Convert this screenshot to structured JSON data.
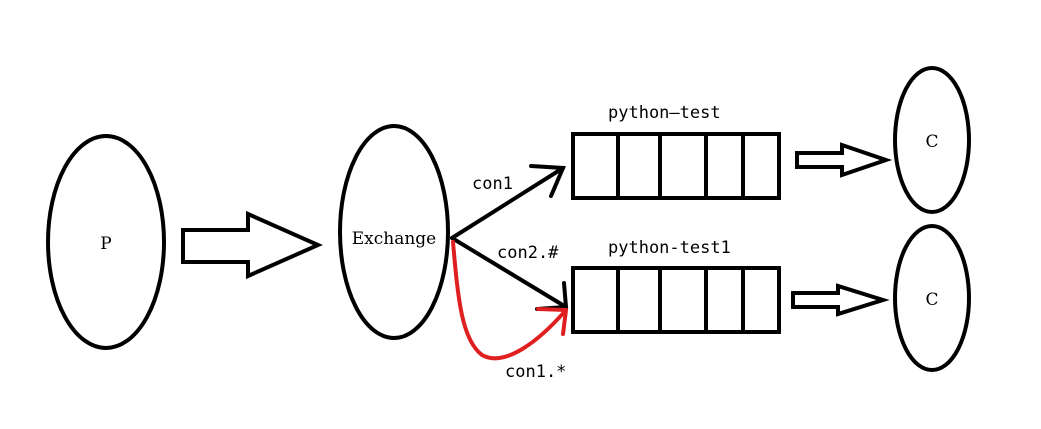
{
  "nodes": {
    "producer": "P",
    "exchange": "Exchange",
    "consumer_top": "C",
    "consumer_bottom": "C"
  },
  "queues": {
    "top": "python—test",
    "bottom": "python-test1"
  },
  "bindings": {
    "top": "con1",
    "middle": "con2.#",
    "bottom_red": "con1.*"
  },
  "colors": {
    "stroke": "#000000",
    "highlight": "#e02020"
  }
}
